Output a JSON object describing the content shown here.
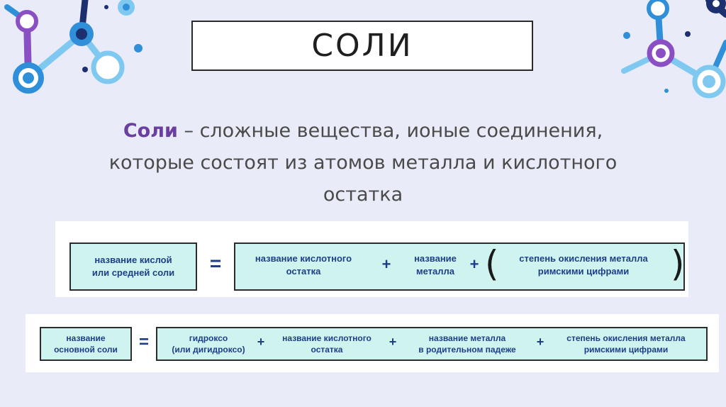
{
  "title": "СОЛИ",
  "definition": {
    "term": "Соли",
    "line1_rest": " – сложные вещества, ионые соединения,",
    "line2": "которые состоят из атомов металла и кислотного",
    "line3": "остатка"
  },
  "formula_acid_salt": {
    "left": [
      "название кислой",
      "или средней соли"
    ],
    "equals": "=",
    "terms": [
      [
        "название кислотного",
        "остатка"
      ],
      [
        "название",
        "металла"
      ],
      [
        "степень окисления металла",
        "римскими цифрами"
      ]
    ],
    "plus": "+",
    "paren_open": "(",
    "paren_close": ")"
  },
  "formula_basic_salt": {
    "left": [
      "название",
      "основной соли"
    ],
    "equals": "=",
    "terms": [
      [
        "гидроксо",
        "(или дигидроксо)"
      ],
      [
        "название кислотного",
        "остатка"
      ],
      [
        "название металла",
        "в родительном падеже"
      ],
      [
        "степень окисления металла",
        "римскими цифрами"
      ]
    ],
    "plus": "+"
  },
  "colors": {
    "background": "#e9ecf8",
    "term": "#6b3fa0",
    "formula_text": "#1d3f8a",
    "formula_cell": "#cff3ef",
    "molecule_blue": "#2f8fd8",
    "molecule_light_blue": "#7fc9f1",
    "molecule_purple": "#8b4fc4",
    "molecule_navy": "#1c2f6e"
  }
}
